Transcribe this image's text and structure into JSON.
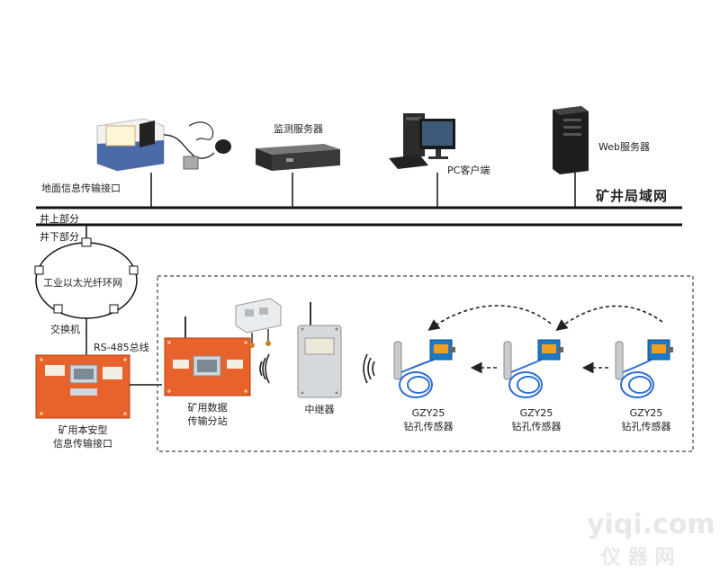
{
  "labels": {
    "ground_interface": "地面信息传输接口",
    "monitor_server": "监测服务器",
    "pc_client": "PC客户端",
    "web_server": "Web服务器",
    "mine_lan": "矿井局域网",
    "above_ground": "井上部分",
    "below_ground": "井下部分",
    "ring_network": "工业以太光纤环网",
    "switch": "交换机",
    "rs485": "RS-485总线",
    "intrinsic_interface_l1": "矿用本安型",
    "intrinsic_interface_l2": "信息传输接口",
    "substation_l1": "矿用数据",
    "substation_l2": "传输分站",
    "repeater": "中继器",
    "sensor_model": "GZY25",
    "sensor_name": "钻孔传感器"
  },
  "watermark": {
    "line1": "yiqi.com",
    "line2": "仪 器 网"
  },
  "colors": {
    "line": "#111111",
    "device_orange": "#e8632b",
    "cable_blue": "#2f6fd0",
    "junction_blue": "#1e78c8",
    "junction_orange": "#f0a020",
    "dashed_box": "#444444"
  }
}
